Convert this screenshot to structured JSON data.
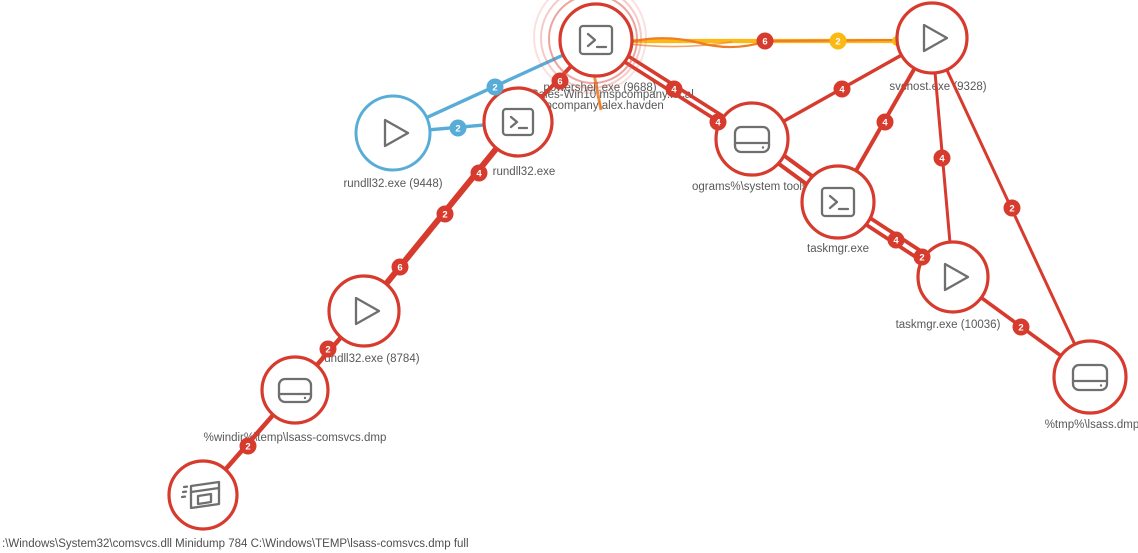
{
  "colors": {
    "edge_red": "#d63b2d",
    "edge_blue": "#58acd8",
    "edge_yellow": "#fcb813",
    "edge_orange": "#ef7d23",
    "icon_gray": "#6f6f6f",
    "label_gray": "#585858"
  },
  "graph": {
    "nodes": [
      {
        "id": "powershell",
        "icon": "terminal-icon",
        "label": "powershell.exe (9688)",
        "machine": "MSP-Sales-Win10.mspcompany.local",
        "user": "mspcompany\\alex.havden",
        "selected": true
      },
      {
        "id": "svchost",
        "icon": "play-icon",
        "label": "svchost.exe (9328)"
      },
      {
        "id": "rundll32-9448",
        "icon": "play-icon",
        "label": "rundll32.exe (9448)"
      },
      {
        "id": "rundll32-term",
        "icon": "terminal-icon",
        "label": "rundll32.exe"
      },
      {
        "id": "system-tools-file",
        "icon": "drive-icon",
        "label": "ograms%\\system tools\\ta"
      },
      {
        "id": "taskmgr-term",
        "icon": "terminal-icon",
        "label": "taskmgr.exe"
      },
      {
        "id": "taskmgr-10036",
        "icon": "play-icon",
        "label": "taskmgr.exe (10036)"
      },
      {
        "id": "lsass-dmp-file",
        "icon": "drive-icon",
        "label": "%tmp%\\lsass.dmp"
      },
      {
        "id": "rundll32-8784",
        "icon": "play-icon",
        "label": "rundll32.exe (8784)"
      },
      {
        "id": "comsvcs-dmp-file",
        "icon": "drive-icon",
        "label": "%windir%\\temp\\lsass-comsvcs.dmp"
      },
      {
        "id": "comsvcs-module",
        "icon": "window-module-icon",
        "label": ":\\Windows\\System32\\comsvcs.dll Minidump 784 C:\\Windows\\TEMP\\lsass-comsvcs.dmp full"
      }
    ],
    "badges": [
      {
        "value": "2",
        "color": "blue"
      },
      {
        "value": "2",
        "color": "blue"
      },
      {
        "value": "6",
        "color": "red"
      },
      {
        "value": "6",
        "color": "red"
      },
      {
        "value": "2",
        "color": "yellow"
      },
      {
        "value": "4",
        "color": "red"
      },
      {
        "value": "4",
        "color": "red"
      },
      {
        "value": "4",
        "color": "red"
      },
      {
        "value": "4",
        "color": "red"
      },
      {
        "value": "4",
        "color": "red"
      },
      {
        "value": "2",
        "color": "red"
      },
      {
        "value": "4",
        "color": "red"
      },
      {
        "value": "2",
        "color": "red"
      },
      {
        "value": "2",
        "color": "red"
      },
      {
        "value": "4",
        "color": "red"
      },
      {
        "value": "2",
        "color": "red"
      },
      {
        "value": "6",
        "color": "red"
      },
      {
        "value": "2",
        "color": "red"
      },
      {
        "value": "2",
        "color": "red"
      }
    ]
  }
}
